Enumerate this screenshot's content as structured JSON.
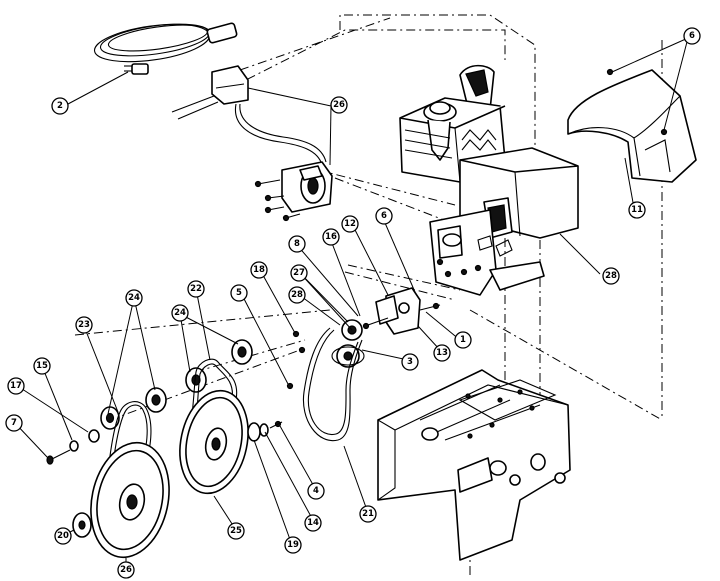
{
  "diagram": {
    "callouts": [
      {
        "id": "c2",
        "label": "2"
      },
      {
        "id": "c26a",
        "label": "26"
      },
      {
        "id": "c6a",
        "label": "6"
      },
      {
        "id": "c11",
        "label": "11"
      },
      {
        "id": "c28",
        "label": "28"
      },
      {
        "id": "c12",
        "label": "12"
      },
      {
        "id": "c6b",
        "label": "6"
      },
      {
        "id": "c8",
        "label": "8"
      },
      {
        "id": "c16a",
        "label": "16"
      },
      {
        "id": "c18a",
        "label": "18"
      },
      {
        "id": "c27",
        "label": "27"
      },
      {
        "id": "c22",
        "label": "22"
      },
      {
        "id": "c5",
        "label": "5"
      },
      {
        "id": "c28b",
        "label": "28"
      },
      {
        "id": "c1",
        "label": "1"
      },
      {
        "id": "c13",
        "label": "13"
      },
      {
        "id": "c3",
        "label": "3"
      },
      {
        "id": "c24a",
        "label": "24"
      },
      {
        "id": "c24b",
        "label": "24"
      },
      {
        "id": "c23",
        "label": "23"
      },
      {
        "id": "c15",
        "label": "15"
      },
      {
        "id": "c17",
        "label": "17"
      },
      {
        "id": "c7",
        "label": "7"
      },
      {
        "id": "c4",
        "label": "4"
      },
      {
        "id": "c14",
        "label": "14"
      },
      {
        "id": "c21",
        "label": "21"
      },
      {
        "id": "c25",
        "label": "25"
      },
      {
        "id": "c19",
        "label": "19"
      },
      {
        "id": "c20",
        "label": "20"
      },
      {
        "id": "c26b",
        "label": "26"
      }
    ]
  }
}
